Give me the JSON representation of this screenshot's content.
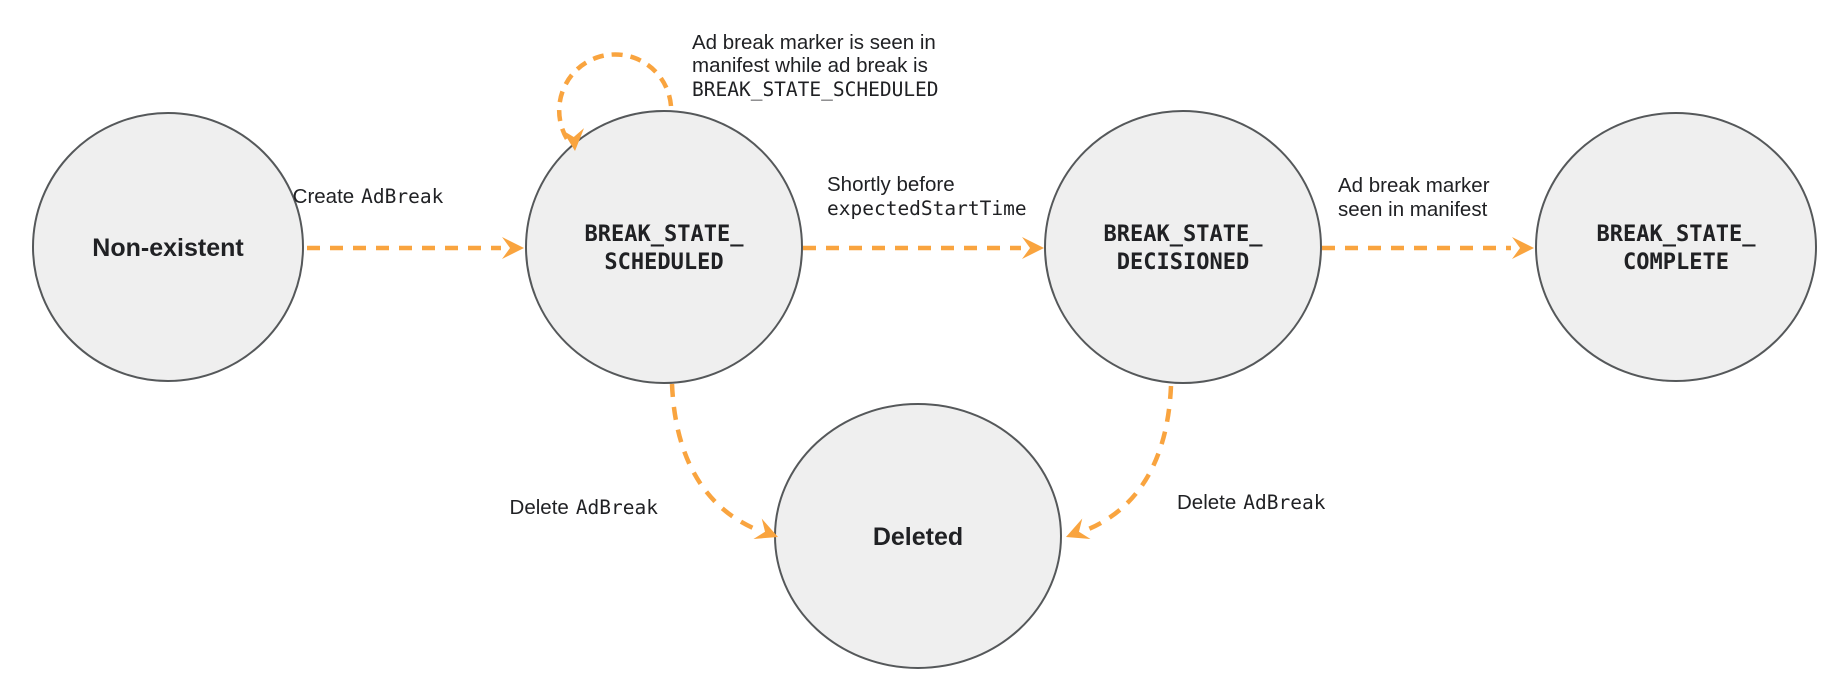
{
  "diagram": {
    "type": "state-machine",
    "colors": {
      "arrow": "#F9A43F",
      "node_fill": "#EFEFEF",
      "node_stroke": "#55585A",
      "text": "#202124"
    },
    "states": {
      "non_existent": {
        "label": "Non-existent"
      },
      "scheduled": {
        "line1": "BREAK_STATE_",
        "line2": "SCHEDULED"
      },
      "decisioned": {
        "line1": "BREAK_STATE_",
        "line2": "DECISIONED"
      },
      "complete": {
        "line1": "BREAK_STATE_",
        "line2": "COMPLETE"
      },
      "deleted": {
        "label": "Deleted"
      }
    },
    "transitions": {
      "create": {
        "plain": "Create",
        "code": "AdBreak"
      },
      "self_loop": {
        "line1": "Ad break marker is seen in",
        "line2": "manifest while ad break is",
        "code_line": "BREAK_STATE_SCHEDULED"
      },
      "to_decisioned": {
        "plain": "Shortly before",
        "code": "expectedStartTime"
      },
      "to_complete": {
        "line1": "Ad break marker",
        "line2": "seen in manifest"
      },
      "delete_from_scheduled": {
        "plain": "Delete",
        "code": "AdBreak"
      },
      "delete_from_decisioned": {
        "plain": "Delete",
        "code": "AdBreak"
      }
    }
  }
}
